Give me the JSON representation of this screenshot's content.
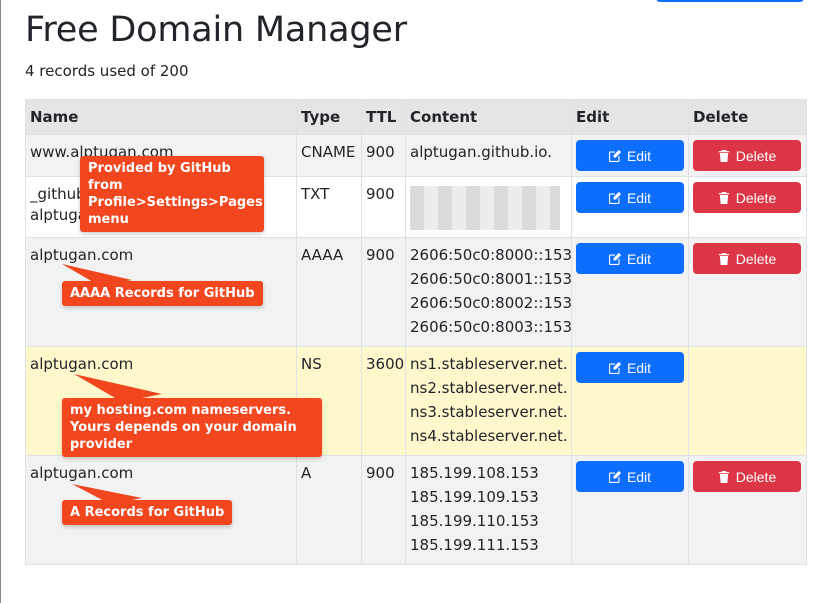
{
  "header": {
    "title": "Free Domain Manager",
    "usage": "4 records used of 200"
  },
  "table": {
    "columns": [
      "Name",
      "Type",
      "TTL",
      "Content",
      "Edit",
      "Delete"
    ],
    "rows": [
      {
        "name": "www.alptugan.com",
        "type": "CNAME",
        "ttl": "900",
        "content": [
          "alptugan.github.io."
        ],
        "edit": "Edit",
        "delete": "Delete"
      },
      {
        "name": "_github-pages-challenge-alptugan.alptugan.com",
        "name_line1": "_github",
        "name_line2": "alptugan.alptugan.com",
        "type": "TXT",
        "ttl": "900",
        "content_redacted": true,
        "edit": "Edit",
        "delete": "Delete"
      },
      {
        "name": "alptugan.com",
        "type": "AAAA",
        "ttl": "900",
        "content": [
          "2606:50c0:8000::153",
          "2606:50c0:8001::153",
          "2606:50c0:8002::153",
          "2606:50c0:8003::153"
        ],
        "edit": "Edit",
        "delete": "Delete"
      },
      {
        "name": "alptugan.com",
        "type": "NS",
        "ttl": "3600",
        "content": [
          "ns1.stableserver.net.",
          "ns2.stableserver.net.",
          "ns3.stableserver.net.",
          "ns4.stableserver.net."
        ],
        "edit": "Edit"
      },
      {
        "name": "alptugan.com",
        "type": "A",
        "ttl": "900",
        "content": [
          "185.199.108.153",
          "185.199.109.153",
          "185.199.110.153",
          "185.199.111.153"
        ],
        "edit": "Edit",
        "delete": "Delete"
      }
    ]
  },
  "callouts": {
    "github_pages": "Provided by GitHub from Profile>Settings>Pages menu",
    "aaaa": "AAAA Records for GitHub",
    "ns": "my hosting.com nameservers. Yours depends on your domain provider",
    "a": "A Records for GitHub"
  },
  "colors": {
    "edit_button": "#0d6efd",
    "delete_button": "#dc3545",
    "callout": "#f2461f",
    "highlight_row": "#fff8cc"
  },
  "icons": {
    "edit": "pencil-square-icon",
    "delete": "trash-icon"
  }
}
